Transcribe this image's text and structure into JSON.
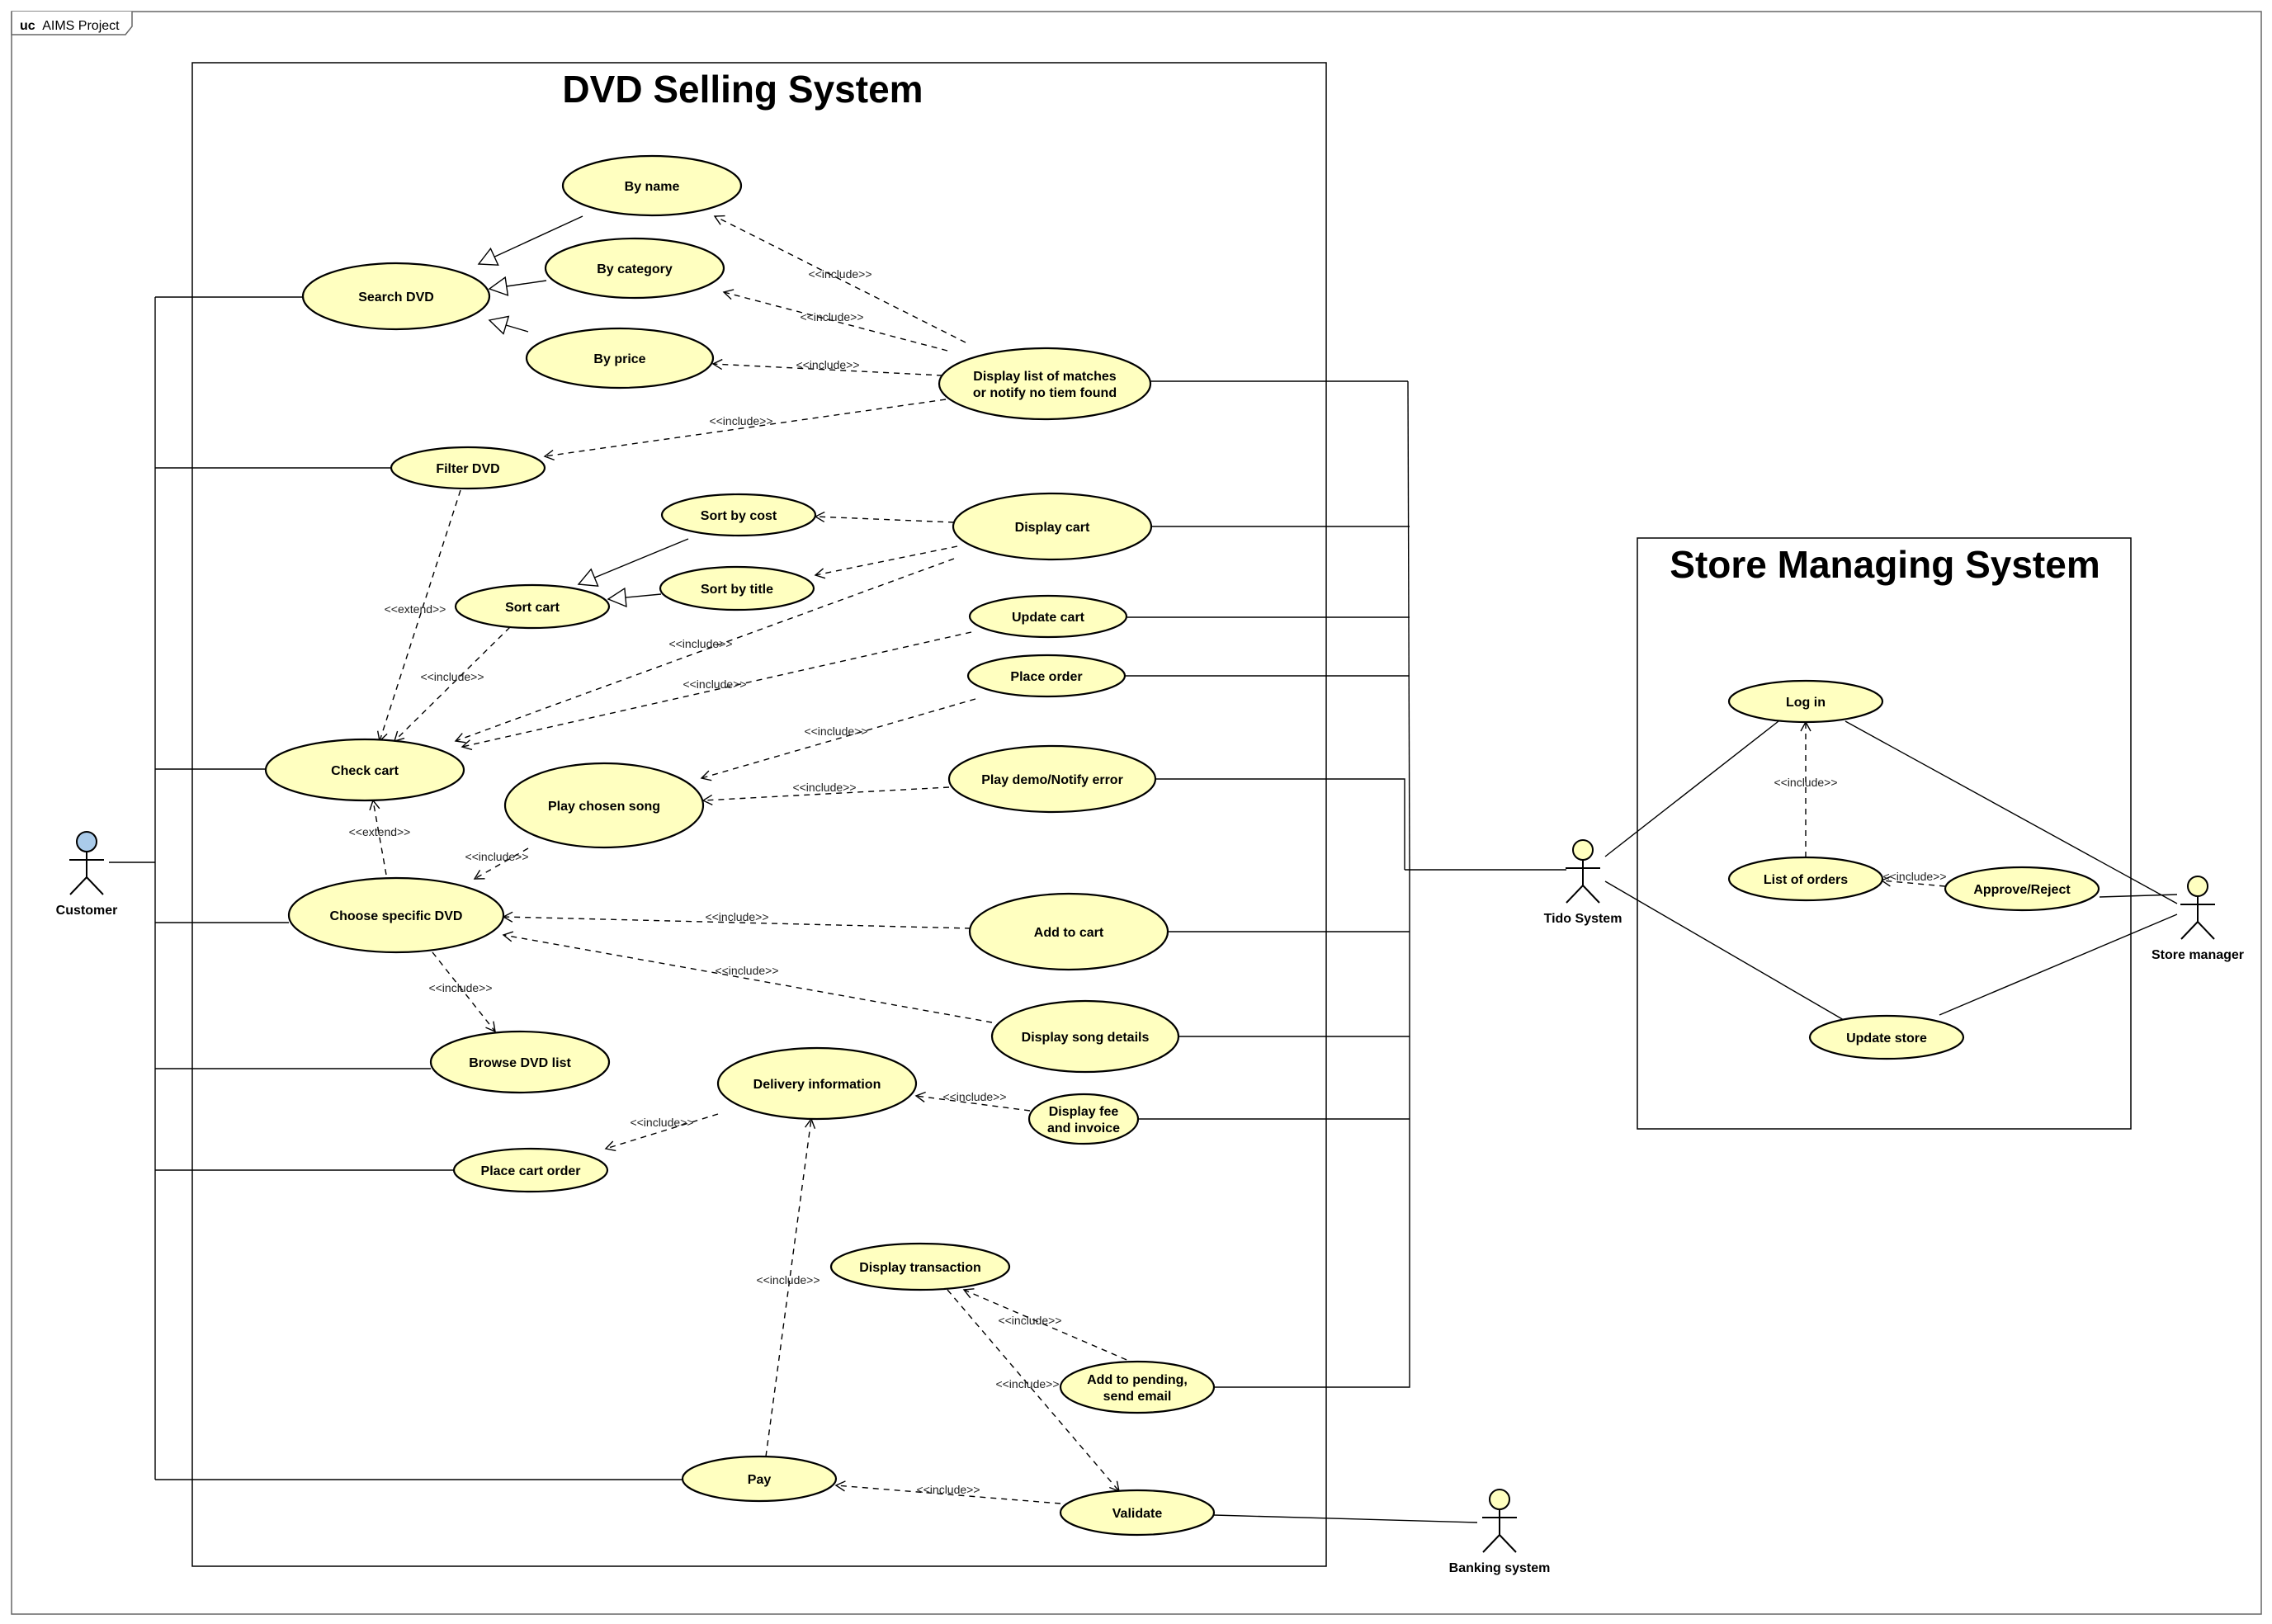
{
  "frame": {
    "keyword": "uc",
    "name": "AIMS Project"
  },
  "systems": {
    "dvd": "DVD Selling System",
    "store": "Store Managing System"
  },
  "actors": {
    "customer": "Customer",
    "tido": "Tido System",
    "banking": "Banking system",
    "manager": "Store manager"
  },
  "usecases": {
    "by_name": [
      "By name"
    ],
    "search_dvd": [
      "Search DVD"
    ],
    "by_category": [
      "By category"
    ],
    "by_price": [
      "By price"
    ],
    "display_list": [
      "Display list of matches",
      "or notify no tiem found"
    ],
    "filter_dvd": [
      "Filter DVD"
    ],
    "sort_by_cost": [
      "Sort by cost"
    ],
    "display_cart": [
      "Display cart"
    ],
    "sort_cart": [
      "Sort cart"
    ],
    "sort_by_title": [
      "Sort by title"
    ],
    "update_cart": [
      "Update cart"
    ],
    "place_order": [
      "Place order"
    ],
    "check_cart": [
      "Check cart"
    ],
    "play_chosen_song": [
      "Play chosen song"
    ],
    "play_demo": [
      "Play demo/Notify error"
    ],
    "choose_dvd": [
      "Choose specific DVD"
    ],
    "add_to_cart": [
      "Add to cart"
    ],
    "display_song_details": [
      "Display song details"
    ],
    "browse_dvd_list": [
      "Browse DVD list"
    ],
    "delivery_info": [
      "Delivery information"
    ],
    "display_fee": [
      "Display fee",
      "and invoice"
    ],
    "place_cart_order": [
      "Place cart order"
    ],
    "display_transaction": [
      "Display transaction"
    ],
    "add_pending": [
      "Add to pending,",
      "send email"
    ],
    "pay": [
      "Pay"
    ],
    "validate": [
      "Validate"
    ],
    "log_in": [
      "Log in"
    ],
    "list_orders": [
      "List of orders"
    ],
    "approve_reject": [
      "Approve/Reject"
    ],
    "update_store": [
      "Update store"
    ]
  },
  "stereotypes": {
    "include": "<<include>>",
    "extend": "<<extend>>"
  },
  "colors": {
    "usecase_fill": "#ffffc0",
    "actor_head_customer": "#aacbea",
    "actor_head_default": "#ffffc0",
    "line": "#000000"
  }
}
